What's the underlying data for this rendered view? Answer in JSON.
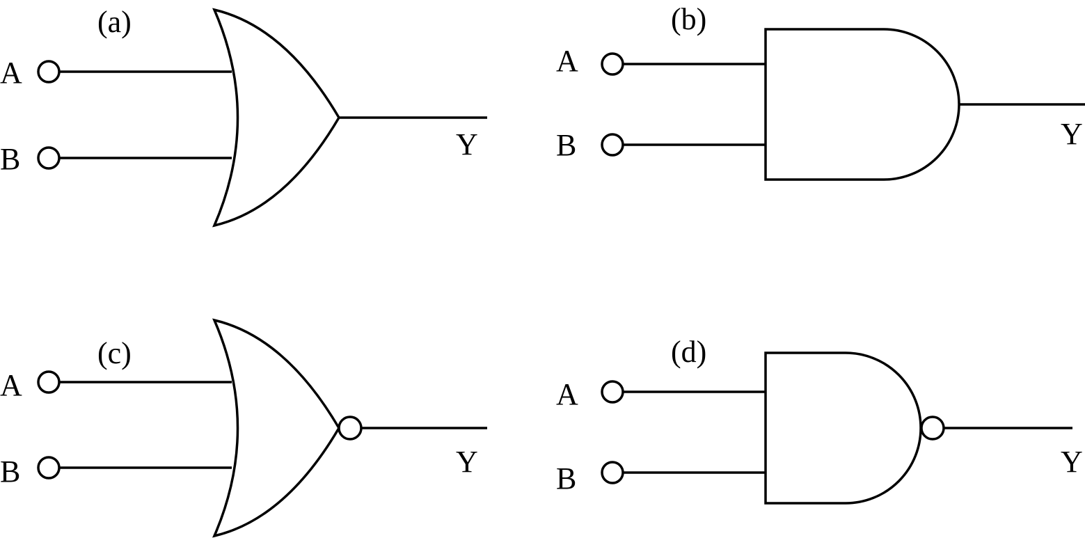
{
  "gates": {
    "a": {
      "caption": "(a)",
      "type": "OR",
      "input_a": "A",
      "input_b": "B",
      "output": "Y"
    },
    "b": {
      "caption": "(b)",
      "type": "AND",
      "input_a": "A",
      "input_b": "B",
      "output": "Y"
    },
    "c": {
      "caption": "(c)",
      "type": "NOR",
      "input_a": "A",
      "input_b": "B",
      "output": "Y"
    },
    "d": {
      "caption": "(d)",
      "type": "NAND",
      "input_a": "A",
      "input_b": "B",
      "output": "Y"
    }
  },
  "colors": {
    "line": "#000000",
    "background": "#ffffff"
  }
}
